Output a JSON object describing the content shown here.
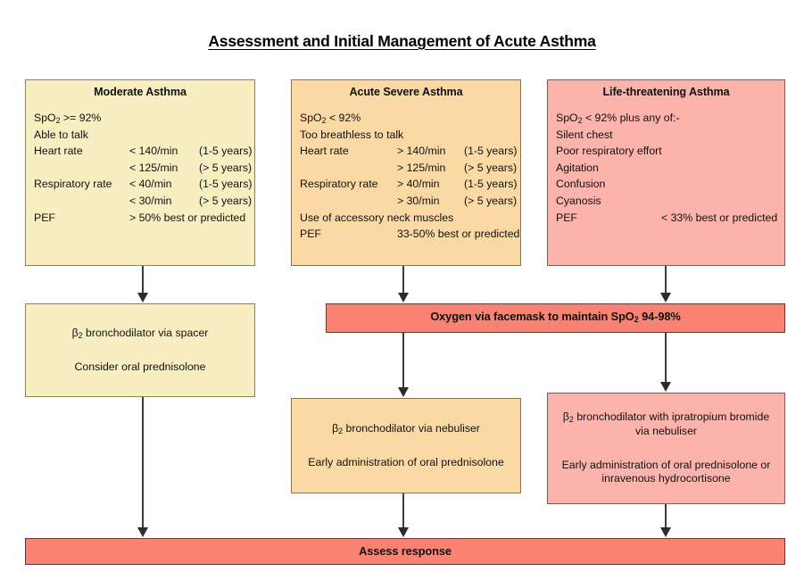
{
  "page": {
    "title": "Assessment and Initial Management of Acute Asthma",
    "background": "#ffffff"
  },
  "colors": {
    "moderate_fill": "#f7eec2",
    "severe_fill": "#fbd9a5",
    "life_threatening_fill": "#fbb3ac",
    "action_bar_fill": "#fa8272",
    "border": "#6b5a52",
    "text": "#111111"
  },
  "columns": [
    {
      "key": "moderate",
      "heading": "Moderate Asthma",
      "criteria": [
        {
          "label": "SpO2 >= 92%",
          "sub": true,
          "value": "",
          "note": ""
        },
        {
          "label": "Able to talk",
          "value": "",
          "note": ""
        },
        {
          "label": "Heart rate",
          "value": "< 140/min",
          "note": "(1-5 years)"
        },
        {
          "label": "",
          "value": "< 125/min",
          "note": "(> 5 years)"
        },
        {
          "label": "Respiratory rate",
          "value": "< 40/min",
          "note": "(1-5 years)"
        },
        {
          "label": "",
          "value": "< 30/min",
          "note": "(> 5 years)"
        },
        {
          "label": "PEF",
          "value": "> 50% best or predicted",
          "note": ""
        }
      ]
    },
    {
      "key": "severe",
      "heading": "Acute Severe Asthma",
      "criteria": [
        {
          "label": "SpO2 < 92%",
          "sub": true,
          "value": "",
          "note": ""
        },
        {
          "label": "Too breathless to talk",
          "value": "",
          "note": ""
        },
        {
          "label": "Heart rate",
          "value": "> 140/min",
          "note": "(1-5 years)"
        },
        {
          "label": "",
          "value": "> 125/min",
          "note": "(> 5 years)"
        },
        {
          "label": "Respiratory rate",
          "value": "> 40/min",
          "note": "(1-5 years)"
        },
        {
          "label": "",
          "value": "> 30/min",
          "note": "(> 5 years)"
        },
        {
          "label": "Use of accessory neck muscles",
          "value": "",
          "note": ""
        },
        {
          "label": "PEF",
          "value": "33-50% best or predicted",
          "note": ""
        }
      ]
    },
    {
      "key": "life_threatening",
      "heading": "Life-threatening Asthma",
      "criteria": [
        {
          "label": "SpO2 < 92% plus any of:-",
          "sub": true,
          "value": "",
          "note": ""
        },
        {
          "label": "Silent chest",
          "value": "",
          "note": ""
        },
        {
          "label": "Poor respiratory effort",
          "value": "",
          "note": ""
        },
        {
          "label": "Agitation",
          "value": "",
          "note": ""
        },
        {
          "label": "Confusion",
          "value": "",
          "note": ""
        },
        {
          "label": "Cyanosis",
          "value": "",
          "note": ""
        },
        {
          "label": "PEF",
          "value": "< 33% best or predicted",
          "note": ""
        }
      ]
    }
  ],
  "treatments": {
    "moderate": {
      "line1_prefix": "β",
      "line1_sub": "2",
      "line1_rest": " bronchodilator via spacer",
      "line2": "Consider oral prednisolone"
    },
    "severe": {
      "line1_prefix": "β",
      "line1_sub": "2",
      "line1_rest": " bronchodilator via nebuliser",
      "line2": "Early administration of oral prednisolone"
    },
    "life_threatening": {
      "line1_prefix": "β",
      "line1_sub": "2",
      "line1_rest": " bronchodilator with ipratropium bromide",
      "line1b": "via nebuliser",
      "line2": "Early administration of oral prednisolone or",
      "line2b": "inravenous hydrocortisone"
    }
  },
  "oxygen_bar": {
    "text_before": "Oxygen via facemask to maintain SpO",
    "sub": "2",
    "text_after": " 94-98%"
  },
  "assess_bar": {
    "label": "Assess response"
  }
}
